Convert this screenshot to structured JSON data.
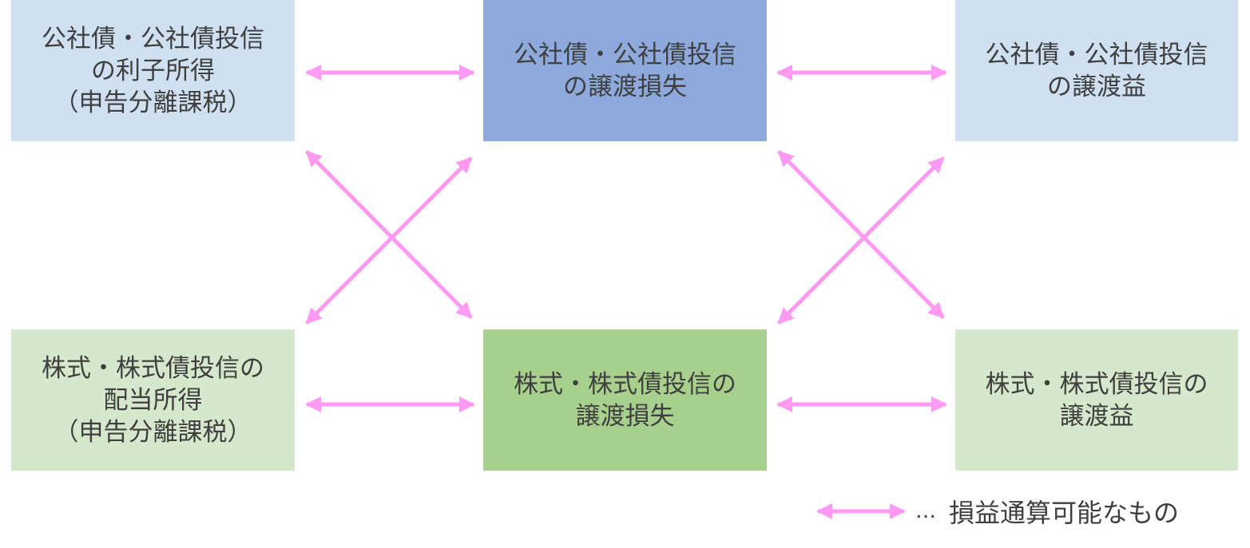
{
  "colors": {
    "arrow": "#ff99f2",
    "bond_light": "#cfe0f1",
    "bond_dark": "#8eaadc",
    "stock_light": "#d6e8cb",
    "stock_dark": "#a8d08d",
    "text": "#3f3f3f"
  },
  "boxes": {
    "bond_interest": {
      "lines": [
        "公社債・公社債投信",
        "の利子所得",
        "（申告分離課税）"
      ]
    },
    "bond_loss": {
      "lines": [
        "公社債・公社債投信",
        "の譲渡損失"
      ]
    },
    "bond_gain": {
      "lines": [
        "公社債・公社債投信",
        "の譲渡益"
      ]
    },
    "stock_dividend": {
      "lines": [
        "株式・株式債投信の",
        "配当所得",
        "（申告分離課税）"
      ]
    },
    "stock_loss": {
      "lines": [
        "株式・株式債投信の",
        "譲渡損失"
      ]
    },
    "stock_gain": {
      "lines": [
        "株式・株式債投信の",
        "譲渡益"
      ]
    }
  },
  "connections": [
    {
      "from": "bond_interest",
      "to": "bond_loss",
      "type": "bidirectional"
    },
    {
      "from": "bond_loss",
      "to": "bond_gain",
      "type": "bidirectional"
    },
    {
      "from": "stock_dividend",
      "to": "stock_loss",
      "type": "bidirectional"
    },
    {
      "from": "stock_loss",
      "to": "stock_gain",
      "type": "bidirectional"
    },
    {
      "from": "bond_interest",
      "to": "stock_loss",
      "type": "bidirectional"
    },
    {
      "from": "stock_dividend",
      "to": "bond_loss",
      "type": "bidirectional"
    },
    {
      "from": "bond_loss",
      "to": "stock_gain",
      "type": "bidirectional"
    },
    {
      "from": "stock_loss",
      "to": "bond_gain",
      "type": "bidirectional"
    }
  ],
  "legend": {
    "icon": "double-arrow-icon",
    "ellipsis": "…",
    "label": "損益通算可能なもの"
  }
}
